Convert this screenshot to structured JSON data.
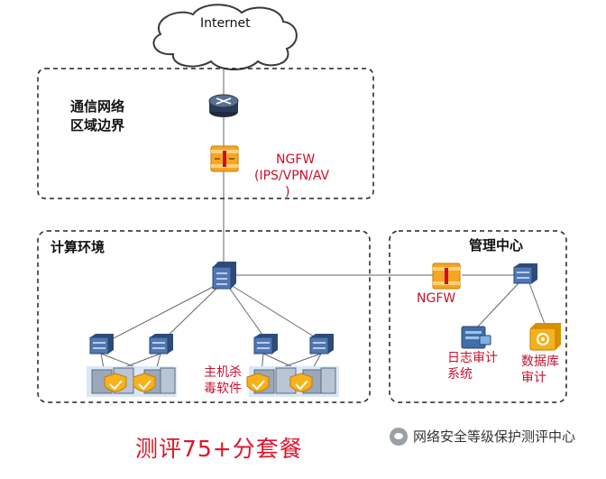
{
  "internet": {
    "label": "Internet"
  },
  "zones": {
    "border": {
      "label_line1": "通信网络",
      "label_line2": "区域边界"
    },
    "compute": {
      "label": "计算环境"
    },
    "management": {
      "label": "管理中心"
    }
  },
  "devices": {
    "ngfw_top": {
      "label_line1": "NGFW",
      "label_line2": "(IPS/VPN/AV",
      "label_line3": ")"
    },
    "ngfw_mgmt": {
      "label": "NGFW"
    },
    "host_av": {
      "label_line1": "主机杀",
      "label_line2": "毒软件"
    },
    "log_audit": {
      "label_line1": "日志审计",
      "label_line2": "系统"
    },
    "db_audit": {
      "label_line1": "数据库",
      "label_line2": "审计"
    }
  },
  "footer": {
    "title": "测评75+分套餐"
  },
  "watermark": {
    "text": "网络安全等级保护测评中心",
    "icon": "wechat-icon"
  },
  "colors": {
    "accent_red": "#c8102e",
    "firewall_orange": "#f5a623",
    "switch_blue": "#3f6fa8",
    "router_navy": "#2b3a55"
  }
}
